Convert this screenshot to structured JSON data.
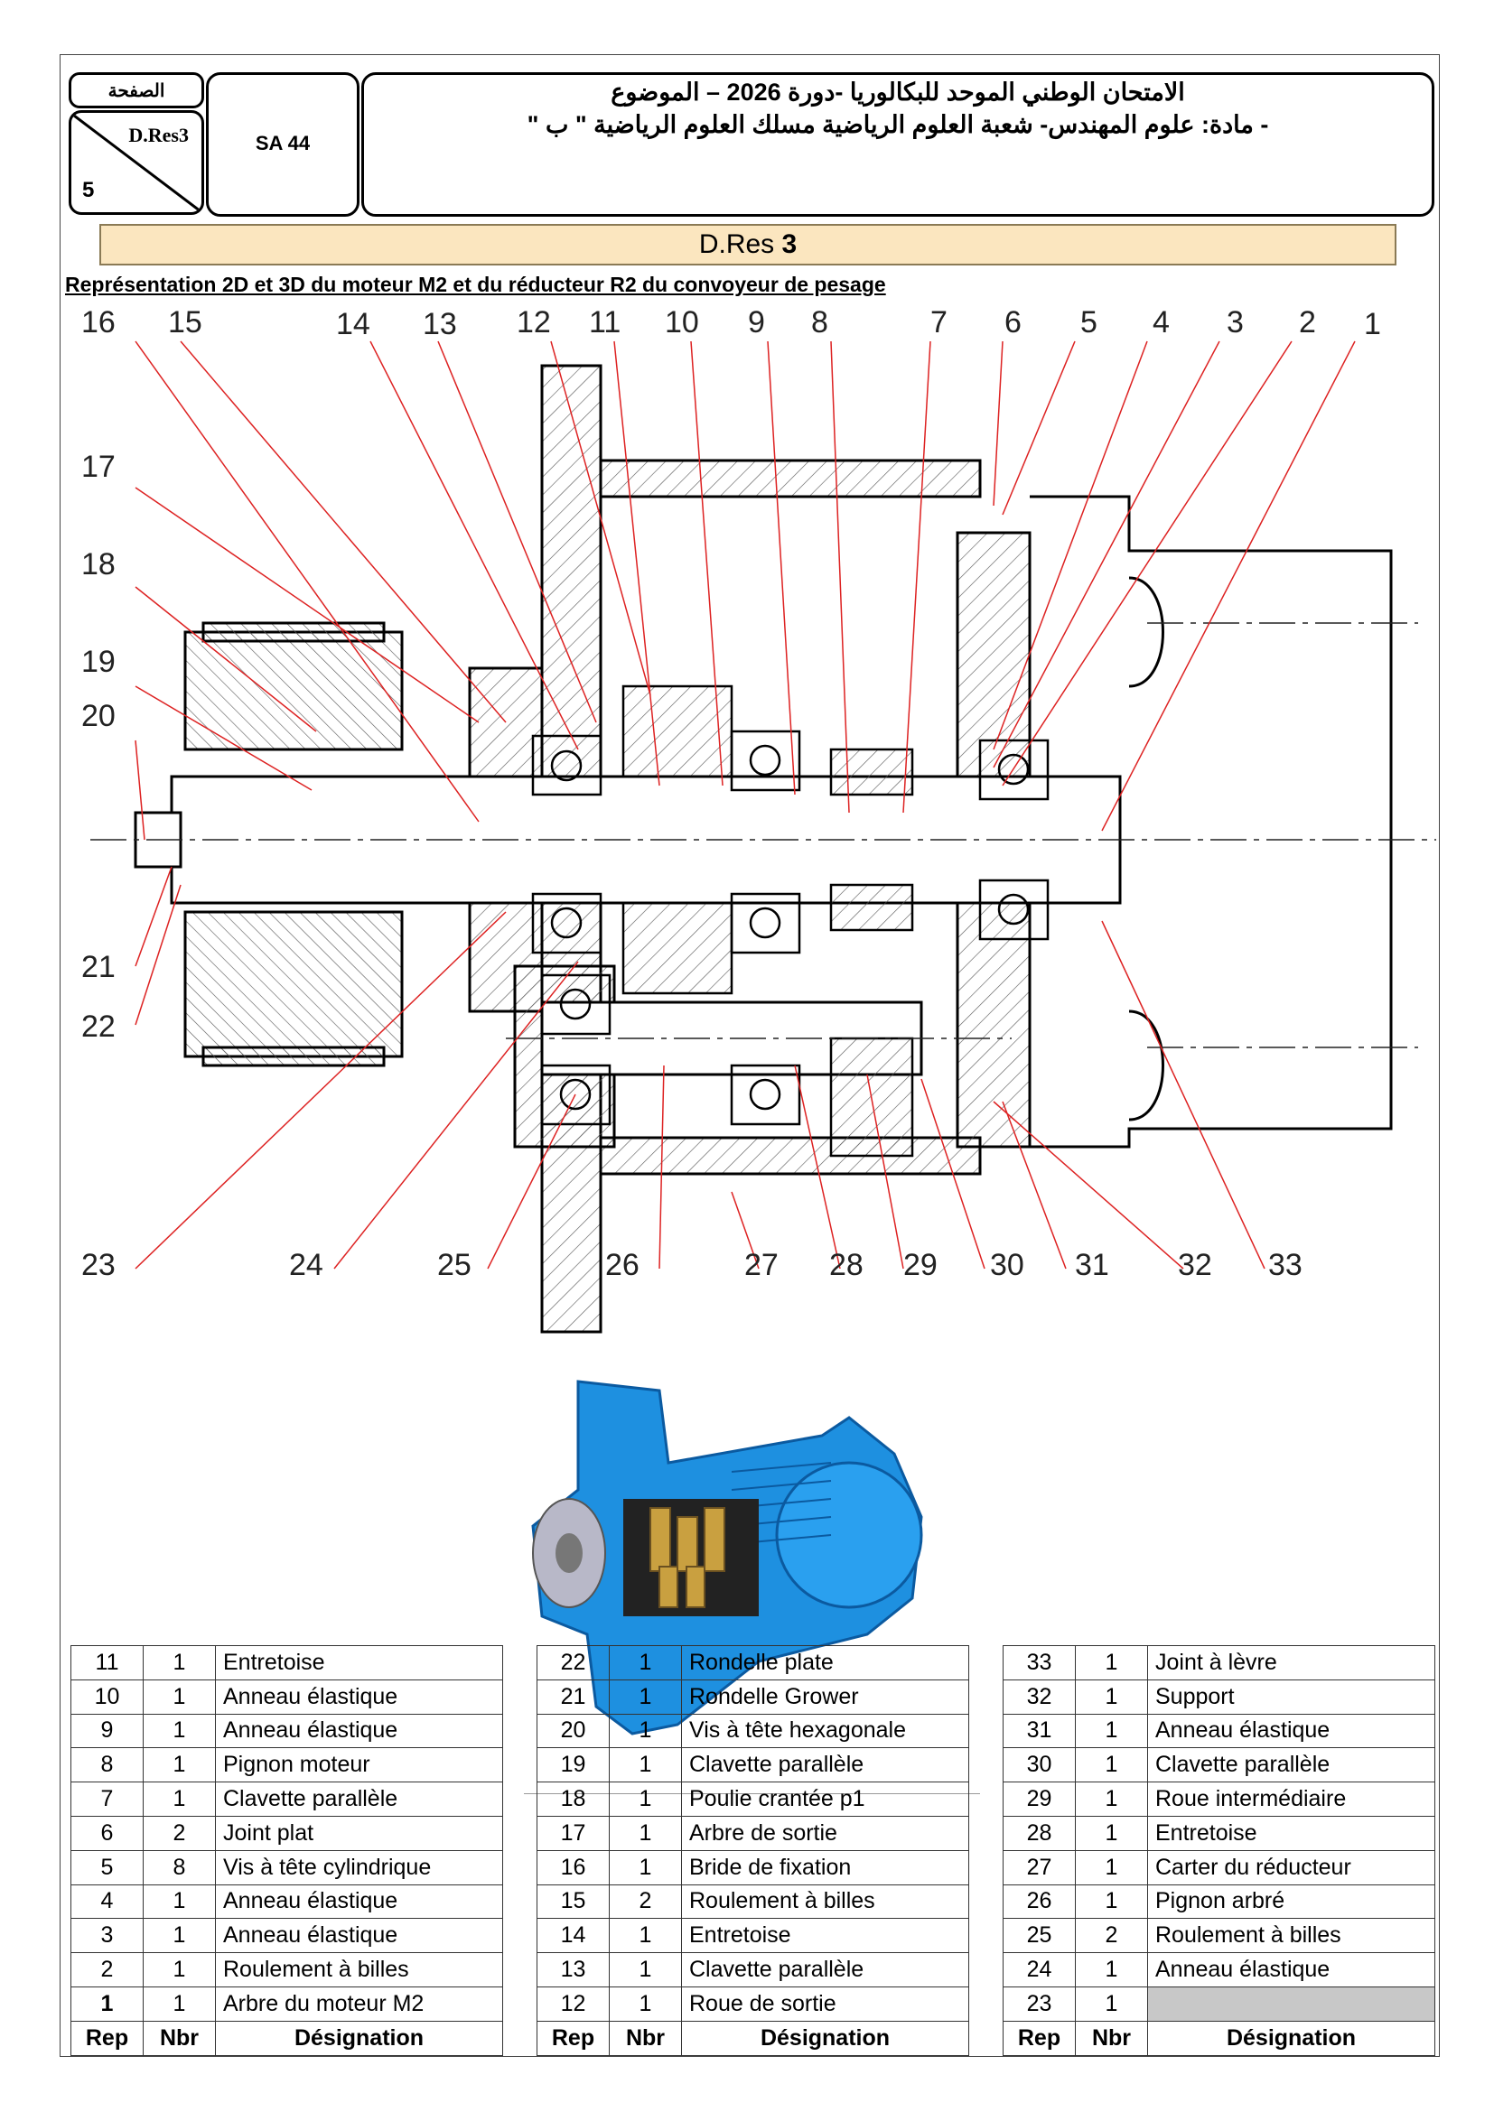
{
  "header": {
    "page_label": "الصفحة",
    "doc_code": "D.Res3",
    "page_number": "5",
    "code": "SA 44",
    "title_line1": "الامتحان الوطني الموحد للبكالوريا -دورة  2026    –   الموضوع",
    "title_line2": "- مادة: علوم المهندس- شعبة العلوم الرياضية مسلك العلوم الرياضية \" ب \""
  },
  "banner": {
    "prefix": "D.Res ",
    "number": "3"
  },
  "subtitle": "Représentation 2D et 3D du moteur M2 et du réducteur R2 du convoyeur de pesage",
  "drawing": {
    "top_labels": [
      "16",
      "15",
      "14",
      "13",
      "12",
      "11",
      "10",
      "9",
      "8",
      "7",
      "6",
      "5",
      "4",
      "3",
      "2",
      "1"
    ],
    "left_labels": [
      "17",
      "18",
      "19",
      "20",
      "21",
      "22"
    ],
    "bottom_labels": [
      "23",
      "24",
      "25",
      "26",
      "27",
      "28",
      "29",
      "30",
      "31",
      "32",
      "33"
    ]
  },
  "colors": {
    "banner_bg": "#fbe6bf",
    "photo_blue": "#1e90e0",
    "grey_cell": "#c8c8c8"
  },
  "tables": {
    "header": {
      "rep": "Rep",
      "nbr": "Nbr",
      "des": "Désignation"
    },
    "col1": [
      {
        "rep": "11",
        "nbr": "1",
        "des": "Entretoise"
      },
      {
        "rep": "10",
        "nbr": "1",
        "des": "Anneau élastique"
      },
      {
        "rep": "9",
        "nbr": "1",
        "des": "Anneau élastique"
      },
      {
        "rep": "8",
        "nbr": "1",
        "des": "Pignon moteur"
      },
      {
        "rep": "7",
        "nbr": "1",
        "des": "Clavette parallèle"
      },
      {
        "rep": "6",
        "nbr": "2",
        "des": "Joint plat"
      },
      {
        "rep": "5",
        "nbr": "8",
        "des": "Vis à tête cylindrique"
      },
      {
        "rep": "4",
        "nbr": "1",
        "des": "Anneau élastique"
      },
      {
        "rep": "3",
        "nbr": "1",
        "des": "Anneau élastique"
      },
      {
        "rep": "2",
        "nbr": "1",
        "des": "Roulement à billes"
      },
      {
        "rep": "1",
        "nbr": "1",
        "des": "Arbre du moteur M2"
      }
    ],
    "col2": [
      {
        "rep": "22",
        "nbr": "1",
        "des": "Rondelle plate"
      },
      {
        "rep": "21",
        "nbr": "1",
        "des": "Rondelle Grower"
      },
      {
        "rep": "20",
        "nbr": "1",
        "des": "Vis à tête hexagonale"
      },
      {
        "rep": "19",
        "nbr": "1",
        "des": "Clavette parallèle"
      },
      {
        "rep": "18",
        "nbr": "1",
        "des": "Poulie crantée p1"
      },
      {
        "rep": "17",
        "nbr": "1",
        "des": "Arbre de sortie"
      },
      {
        "rep": "16",
        "nbr": "1",
        "des": "Bride de fixation"
      },
      {
        "rep": "15",
        "nbr": "2",
        "des": "Roulement à billes"
      },
      {
        "rep": "14",
        "nbr": "1",
        "des": "Entretoise"
      },
      {
        "rep": "13",
        "nbr": "1",
        "des": "Clavette parallèle"
      },
      {
        "rep": "12",
        "nbr": "1",
        "des": "Roue de sortie"
      }
    ],
    "col3": [
      {
        "rep": "33",
        "nbr": "1",
        "des": "Joint à lèvre"
      },
      {
        "rep": "32",
        "nbr": "1",
        "des": "Support"
      },
      {
        "rep": "31",
        "nbr": "1",
        "des": "Anneau élastique"
      },
      {
        "rep": "30",
        "nbr": "1",
        "des": "Clavette parallèle"
      },
      {
        "rep": "29",
        "nbr": "1",
        "des": "Roue intermédiaire"
      },
      {
        "rep": "28",
        "nbr": "1",
        "des": "Entretoise"
      },
      {
        "rep": "27",
        "nbr": "1",
        "des": "Carter du réducteur"
      },
      {
        "rep": "26",
        "nbr": "1",
        "des": "Pignon arbré"
      },
      {
        "rep": "25",
        "nbr": "2",
        "des": "Roulement à billes"
      },
      {
        "rep": "24",
        "nbr": "1",
        "des": "Anneau élastique"
      },
      {
        "rep": "23",
        "nbr": "1",
        "des": ""
      }
    ]
  }
}
